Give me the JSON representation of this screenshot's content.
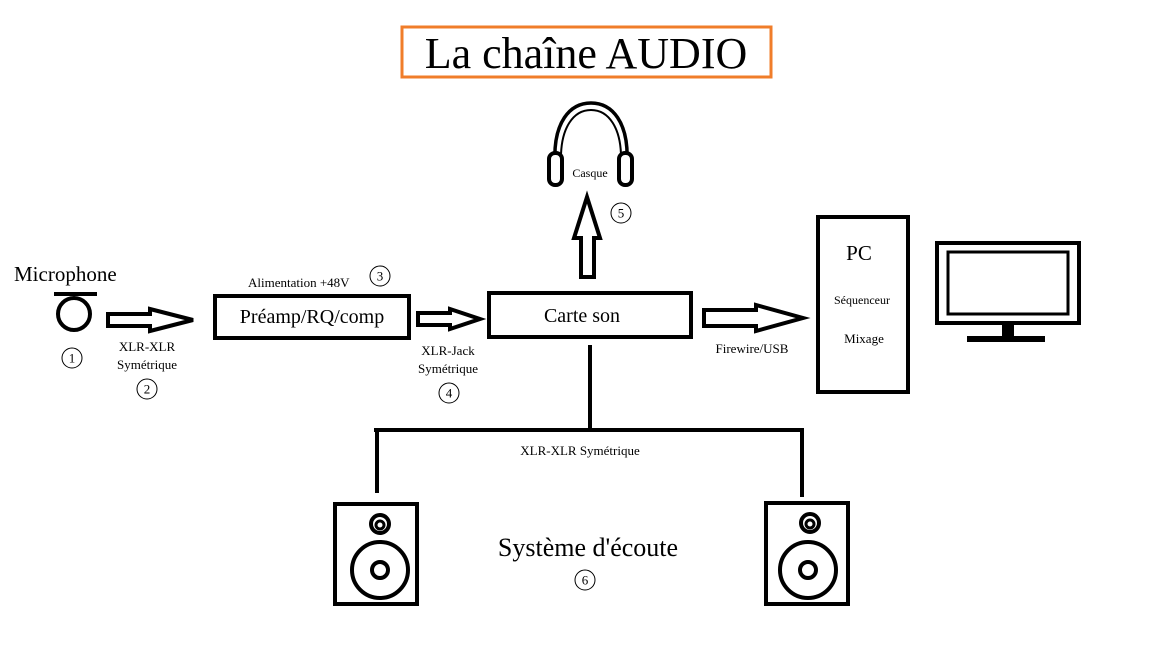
{
  "title": "La chaîne AUDIO",
  "colors": {
    "title_border": "#f07d2a",
    "ink": "#000000",
    "background": "#ffffff"
  },
  "nodes": {
    "microphone": {
      "label": "Microphone",
      "num": "1",
      "icon": "microphone-icon"
    },
    "preamp": {
      "label": "Préamp/RQ/comp",
      "note": "Alimentation +48V",
      "num": "3"
    },
    "sound_card": {
      "label": "Carte son"
    },
    "headphones": {
      "label": "Casque",
      "num": "5",
      "icon": "headphones-icon"
    },
    "pc": {
      "title": "PC",
      "line1": "Séquenceur",
      "line2": "Mixage",
      "icon": "monitor-icon"
    },
    "monitoring": {
      "label": "Système d'écoute",
      "num": "6",
      "icon": "speaker-icon"
    }
  },
  "links": {
    "mic_to_preamp": {
      "line1": "XLR-XLR",
      "line2": "Symétrique",
      "num": "2"
    },
    "preamp_to_card": {
      "line1": "XLR-Jack",
      "line2": "Symétrique",
      "num": "4"
    },
    "card_to_pc": {
      "label": "Firewire/USB"
    },
    "card_to_speakers": {
      "label": "XLR-XLR Symétrique"
    }
  }
}
